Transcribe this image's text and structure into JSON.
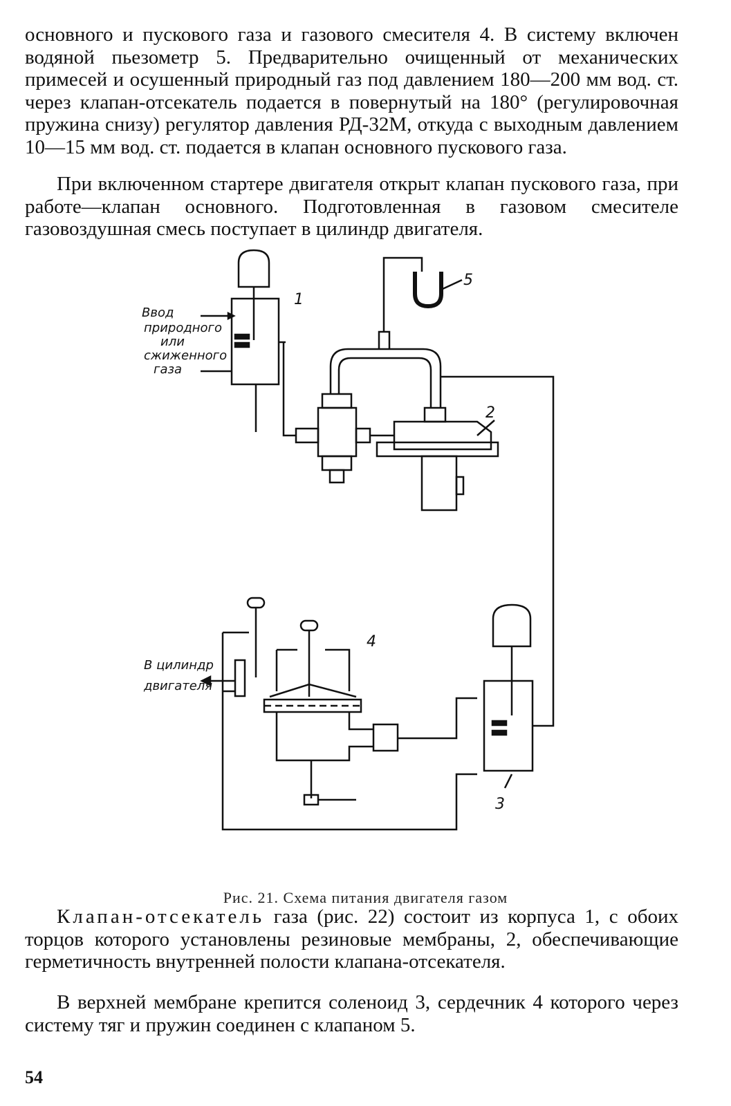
{
  "page": {
    "paragraph_top": "основного и пускового газа и газового смесителя 4. В систему включен водяной пьезометр 5. Предварительно очищенный от механических примесей и осушенный природный газ под давлением 180—200 мм вод. ст. через клапан-отсекатель подается в повернутый на 180° (регулировочная пружина снизу) регулятор давления РД-32М, откуда с выходным давлением 10—15 мм вод. ст. подается в клапан основного пускового газа.",
    "paragraph_second": "При включенном стартере двигателя открыт клапан пускового газа, при работе—клапан основного. Подготовленная в газовом смесителе газовоздушная смесь поступает в цилиндр двигателя.",
    "figure_caption": "Рис. 21. Схема питания двигателя газом",
    "paragraph_third_lead": "Клапан-отсекатель",
    "paragraph_third_rest": " газа (рис. 22) состоит из корпуса 1, с обоих торцов которого установлены резиновые мембраны, 2, обеспечивающие герметичность внутренней полости клапана-отсекателя.",
    "paragraph_fourth": "В верхней мембране крепится соленоид 3, сердечник 4 которого через систему тяг и пружин соединен с клапаном 5.",
    "page_number": "54"
  },
  "figure": {
    "label_inlet_line1": "Ввод",
    "label_inlet_line2": "природного",
    "label_inlet_line3": "или",
    "label_inlet_line4": "сжиженного",
    "label_inlet_line5": "газа",
    "label_outlet_line1": "В цилиндр",
    "label_outlet_line2": "двигателя",
    "num1": "1",
    "num2": "2",
    "num3": "3",
    "num4": "4",
    "num5": "5"
  }
}
